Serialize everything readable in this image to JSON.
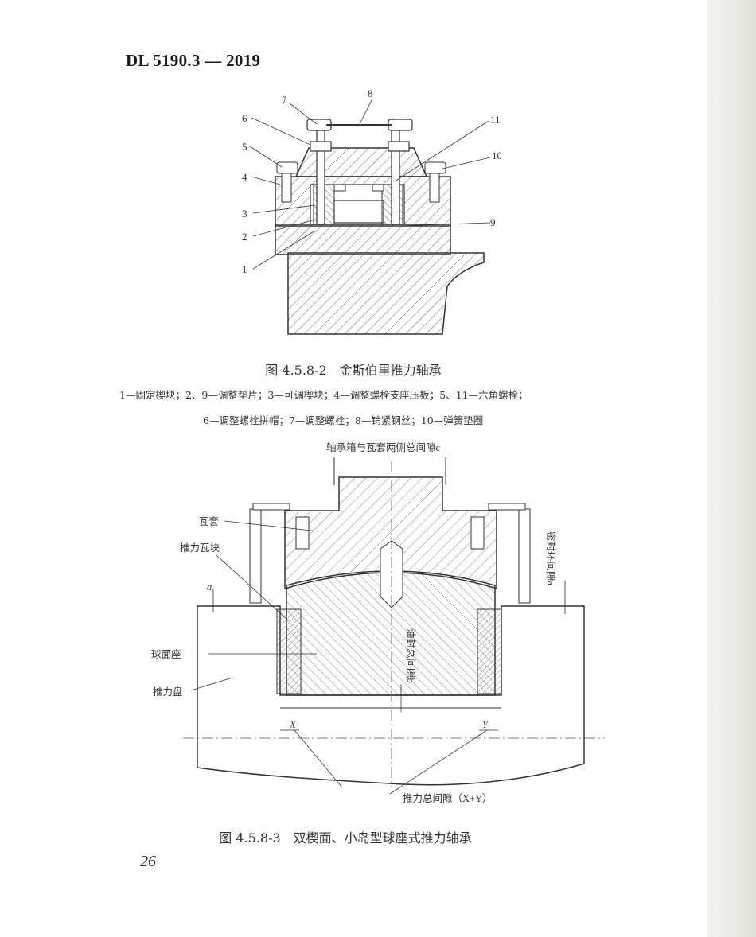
{
  "header": {
    "standard": "DL 5190.3 — 2019"
  },
  "figure1": {
    "callouts": [
      "1",
      "2",
      "3",
      "4",
      "5",
      "6",
      "7",
      "8",
      "9",
      "10",
      "11"
    ],
    "caption": "图 4.5.8-2　金斯伯里推力轴承",
    "legend_line1": "1—固定楔块；2、9—调整垫片；3—可调楔块；4—调整螺栓支座压板；5、11—六角螺栓；",
    "legend_line2": "6—调整螺栓拼帽；7—调整螺栓；8—销紧钢丝；10—弹簧垫圈"
  },
  "figure2": {
    "label_top": "轴承箱与瓦套两侧总间隙c",
    "label_wataoo": "瓦套",
    "label_tuili_wakuai": "推力瓦块",
    "label_a": "a",
    "label_seal": "密封环间隙a",
    "label_qiumianzuo": "球面座",
    "label_tuilipan": "推力盘",
    "label_oil": "油封总间隙b",
    "label_x": "X",
    "label_y": "Y",
    "label_thrust": "推力总间隙（X+Y）",
    "caption": "图 4.5.8-3　双楔面、小岛型球座式推力轴承"
  },
  "footer": {
    "page_number": "26"
  }
}
